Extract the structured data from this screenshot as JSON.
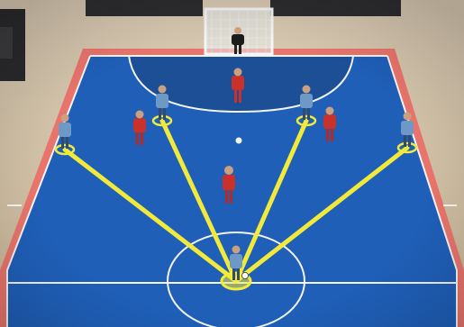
{
  "scene": {
    "type": "futsal tactical play diagram",
    "colors": {
      "court_blue": "#1f5fb8",
      "court_border": "#e9746b",
      "goal_area": "#1d4f97",
      "pass_line": "#f2ea3a",
      "team_red": "#c8322a",
      "team_light": "#6e98c6",
      "floor_out": "#d6c6ad"
    }
  },
  "players": [
    {
      "id": "goalkeeper",
      "team": "dark"
    },
    {
      "id": "red-top-center",
      "team": "red"
    },
    {
      "id": "red-left",
      "team": "red"
    },
    {
      "id": "red-right",
      "team": "red"
    },
    {
      "id": "red-middle",
      "team": "red"
    },
    {
      "id": "blue-far-left",
      "team": "light",
      "highlighted": true
    },
    {
      "id": "blue-left",
      "team": "light",
      "highlighted": true
    },
    {
      "id": "blue-right",
      "team": "light",
      "highlighted": true
    },
    {
      "id": "blue-far-right",
      "team": "light",
      "highlighted": true
    },
    {
      "id": "ball-carrier",
      "team": "light",
      "highlighted": true
    }
  ],
  "passes": [
    {
      "from": "ball-carrier",
      "to": "blue-far-left"
    },
    {
      "from": "ball-carrier",
      "to": "blue-left"
    },
    {
      "from": "ball-carrier",
      "to": "blue-right"
    },
    {
      "from": "ball-carrier",
      "to": "blue-far-right"
    }
  ]
}
